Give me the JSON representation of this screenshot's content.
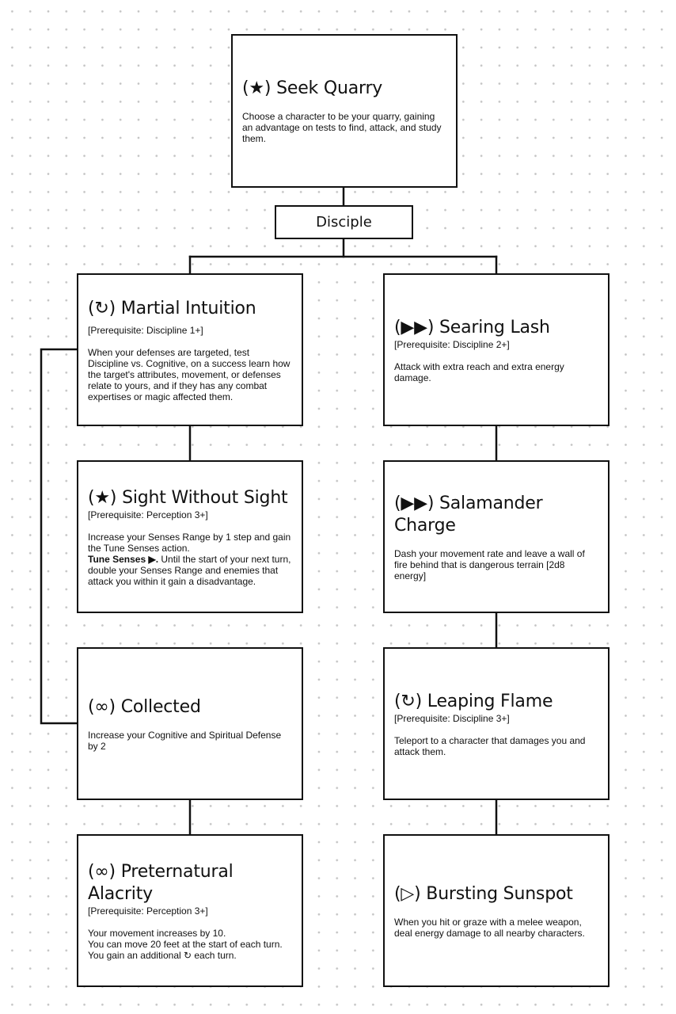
{
  "root": {
    "icon": "(★)",
    "icon_name": "star-icon",
    "title": "Seek Quarry",
    "description": "Choose a character to be your quarry, gaining an advantage on tests to find, attack, and study them."
  },
  "branch_label": "Disciple",
  "left_column": [
    {
      "icon": "(↻)",
      "icon_name": "reaction-icon",
      "title": "Martial Intuition",
      "prerequisite": "[Prerequisite: Discipline 1+]",
      "description": "When your defenses are targeted, test Discipline vs. Cognitive, on a success learn how the target's attributes, movement, or defenses relate to yours, and if they has any combat expertises or magic affected them."
    },
    {
      "icon": "(★)",
      "icon_name": "star-icon",
      "title": "Sight Without Sight",
      "prerequisite": "[Prerequisite: Perception 3+]",
      "description": "Increase your Senses Range by 1 step and gain the Tune Senses action.",
      "action_name": "Tune Senses ▶.",
      "action_text": "Until the start of your next turn, double your Senses Range and enemies that attack you within it gain a disadvantage."
    },
    {
      "icon": "(∞)",
      "icon_name": "infinity-icon",
      "title": "Collected",
      "description": "Increase your Cognitive and Spiritual Defense by 2"
    },
    {
      "icon": "(∞)",
      "icon_name": "infinity-icon",
      "title": "Preternatural Alacrity",
      "prerequisite": "[Prerequisite: Perception 3+]",
      "description_lines": [
        "Your movement increases by 10.",
        "You can move 20 feet at the start of each turn.",
        "You gain an additional ↻ each turn."
      ]
    }
  ],
  "right_column": [
    {
      "icon": "(▶▶)",
      "icon_name": "two-actions-icon",
      "title": "Searing Lash",
      "prerequisite": "[Prerequisite: Discipline 2+]",
      "description": "Attack with extra reach and extra energy damage."
    },
    {
      "icon": "(▶▶)",
      "icon_name": "two-actions-icon",
      "title": "Salamander Charge",
      "description": "Dash your movement rate and leave a wall of fire behind that is dangerous terrain [2d8 energy]"
    },
    {
      "icon": "(↻)",
      "icon_name": "reaction-icon",
      "title": "Leaping Flame",
      "prerequisite": "[Prerequisite: Discipline 3+]",
      "description": "Teleport to a character that damages you and attack them."
    },
    {
      "icon": "(▷)",
      "icon_name": "free-action-icon",
      "title": "Bursting Sunspot",
      "description": "When you hit or graze with a melee weapon, deal energy damage to all nearby characters."
    }
  ]
}
